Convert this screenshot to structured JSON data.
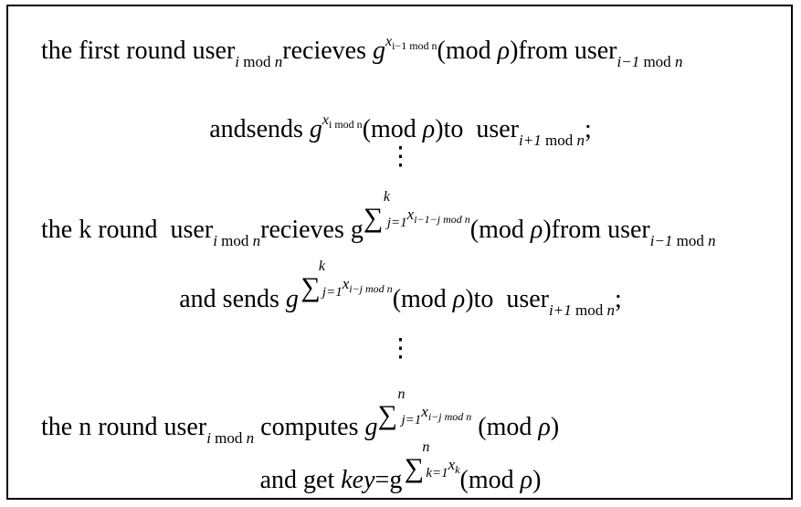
{
  "lines": [
    {
      "a": "the first round user",
      "sub1": "i",
      "sub1b": " mod ",
      "sub1c": "n",
      "b": "recieves ",
      "g": "g",
      "x": "x",
      "xs": "i−1 mod n",
      "c": "(mod ",
      "rho": "ρ",
      "d": ")from user",
      "sub2": "i−1",
      "sub2b": " mod ",
      "sub2c": "n"
    },
    {
      "a": "andsends ",
      "g": "g",
      "x": "x",
      "xs": "i mod n",
      "c": "(mod ",
      "rho": "ρ",
      "d": ")to  user",
      "sub2": "i+1",
      "sub2b": " mod ",
      "sub2c": "n",
      "e": ";"
    },
    {
      "a": "the k round  user",
      "sub1": "i",
      "sub1b": " mod ",
      "sub1c": "n",
      "b": "recieves ",
      "g": "g",
      "sigma": "∑",
      "up": "k",
      "low": "j=1",
      "x": "x",
      "xs": "i−1−j mod n",
      "c": "(mod ",
      "rho": "ρ",
      "d": ")from user",
      "sub2": "i−1",
      "sub2b": " mod ",
      "sub2c": "n"
    },
    {
      "a": "and sends ",
      "g": "g",
      "sigma": "∑",
      "up": "k",
      "low": "j=1",
      "x": "x",
      "xs": "i−j mod n",
      "c": "(mod ",
      "rho": "ρ",
      "d": ")to  user",
      "sub2": "i+1",
      "sub2b": " mod ",
      "sub2c": "n",
      "e": ";"
    },
    {
      "a": "the n round user",
      "sub1": "i",
      "sub1b": " mod ",
      "sub1c": "n",
      "b": " computes ",
      "g": "g",
      "sigma": "∑",
      "up": "n",
      "low": "j=1",
      "x": "x",
      "xs": "i−j mod n",
      "c": " (mod ",
      "rho": "ρ",
      "d": ")"
    },
    {
      "a": "and get ",
      "key": "key",
      "eq": "=",
      "g": "g",
      "sigma": "∑",
      "up": "n",
      "low": "k=1",
      "x": "x",
      "xs": "k",
      "c": "(mod ",
      "rho": "ρ",
      "d": ")"
    }
  ],
  "ellipsis": "⋮"
}
